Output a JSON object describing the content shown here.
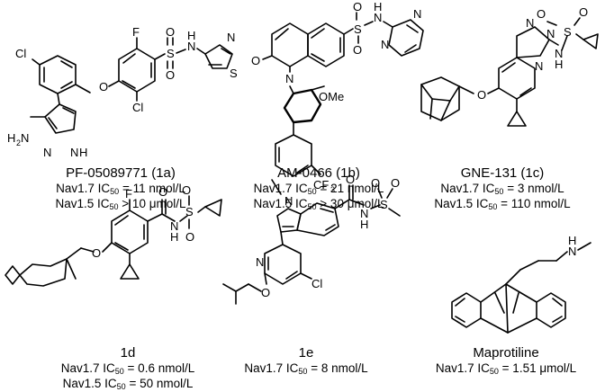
{
  "compounds": [
    {
      "name": "PF-05089771 (1a)",
      "lines": [
        {
          "prefix": "Nav1.7 IC",
          "sub": "50",
          "suffix": " = 11 nmol/L"
        },
        {
          "prefix": "Nav1.5 IC",
          "sub": "50",
          "suffix": " >  10 μmol/L"
        }
      ],
      "atoms": [
        "Cl",
        "F",
        "O",
        "S",
        "N",
        "H",
        "O",
        "O",
        "N",
        "S",
        "Cl",
        "H",
        "N",
        "N",
        "N",
        "H",
        "2"
      ]
    },
    {
      "name": "AM-0466 (1b)",
      "lines": [
        {
          "prefix": "Nav1.7 IC",
          "sub": "50",
          "suffix": " = 21 nmol/L"
        },
        {
          "prefix": "Nav1.5 IC",
          "sub": "50",
          "suffix": " >  30 μmol/L"
        }
      ],
      "atoms": [
        "O",
        "N",
        "OMe",
        "O",
        "S",
        "O",
        "N",
        "H",
        "N",
        "N",
        "CF",
        "3"
      ]
    },
    {
      "name": "GNE-131 (1c)",
      "lines": [
        {
          "prefix": "Nav1.7 IC",
          "sub": "50",
          "suffix": " = 3 nmol/L"
        },
        {
          "prefix": "Nav1.5 IC",
          "sub": "50",
          "suffix": " = 110 nmol/L"
        }
      ],
      "atoms": [
        "N",
        "N",
        "N",
        "O",
        "S",
        "O",
        "N",
        "H",
        "O"
      ]
    },
    {
      "name": "1d",
      "lines": [
        {
          "prefix": "Nav1.7 IC",
          "sub": "50",
          "suffix": " = 0.6 nmol/L"
        },
        {
          "prefix": "Nav1.5 IC",
          "sub": "50",
          "suffix": " = 50 nmol/L"
        }
      ],
      "atoms": [
        "F",
        "O",
        "O",
        "S",
        "O",
        "N",
        "H",
        "O"
      ]
    },
    {
      "name": "1e",
      "lines": [
        {
          "prefix": "Nav1.7 IC",
          "sub": "50",
          "suffix": " = 8 nmol/L"
        }
      ],
      "atoms": [
        "N",
        "O",
        "O",
        "S",
        "O",
        "N",
        "H",
        "N",
        "O",
        "Cl"
      ]
    },
    {
      "name": "Maprotiline",
      "lines": [
        {
          "prefix": "Nav1.7 IC",
          "sub": "50",
          "suffix": " = 1.51 μmol/L"
        }
      ],
      "atoms": [
        "N",
        "H"
      ]
    }
  ]
}
